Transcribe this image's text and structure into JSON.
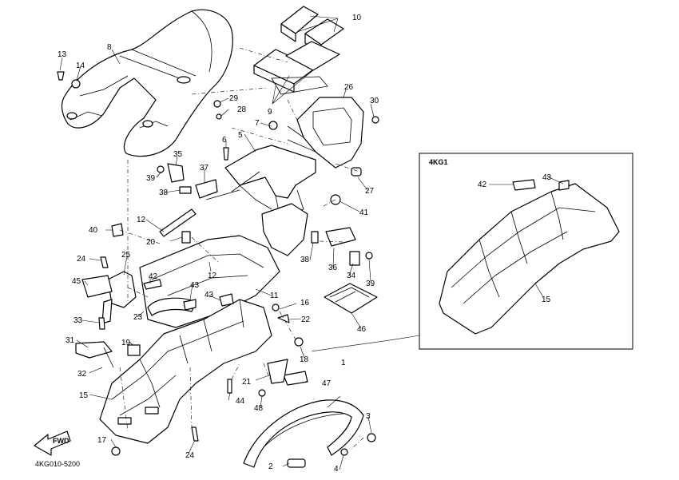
{
  "diagram": {
    "code": "4KG010-5200",
    "inset_title": "4KG1",
    "arrow_label": "FWD",
    "labels": {
      "p1": "1",
      "p2": "2",
      "p3": "3",
      "p4": "4",
      "p5": "5",
      "p6": "6",
      "p7": "7",
      "p8": "8",
      "p9": "9",
      "p10": "10",
      "p11": "11",
      "p12a": "12",
      "p12b": "12",
      "p13": "13",
      "p14": "14",
      "p15": "15",
      "p15b": "15",
      "p16": "16",
      "p17": "17",
      "p18": "18",
      "p19": "19",
      "p20": "20",
      "p21": "21",
      "p22": "22",
      "p23": "23",
      "p24a": "24",
      "p24b": "24",
      "p25": "25",
      "p26": "26",
      "p27": "27",
      "p28": "28",
      "p29": "29",
      "p30": "30",
      "p31": "31",
      "p32": "32",
      "p33": "33",
      "p34": "34",
      "p35": "35",
      "p36": "36",
      "p37": "37",
      "p38a": "38",
      "p38b": "38",
      "p39a": "39",
      "p39b": "39",
      "p40": "40",
      "p41": "41",
      "p42a": "42",
      "p42b": "42",
      "p43a": "43",
      "p43b": "43",
      "p43c": "43",
      "p44": "44",
      "p45": "45",
      "p46": "46",
      "p47": "47",
      "p48": "48"
    }
  }
}
